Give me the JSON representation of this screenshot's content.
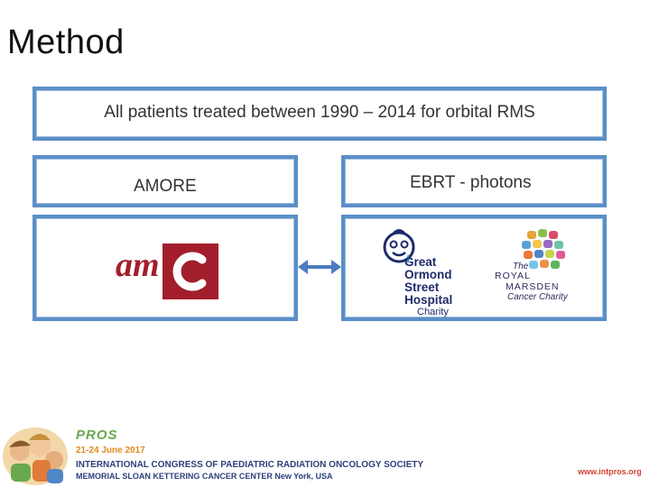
{
  "title": "Method",
  "boxes": {
    "top": "All patients treated between 1990 – 2014 for orbital RMS",
    "left": "AMORE",
    "right": "EBRT - photons"
  },
  "logos": {
    "amc": "am",
    "gosh": [
      "Great",
      "Ormond",
      "Street",
      "Hospital"
    ],
    "gosh_charity": "Charity",
    "royal_marsden": {
      "the": "The",
      "royal": "ROYAL",
      "marsden": "MARSDEN",
      "tagline": "Cancer Charity"
    }
  },
  "footer": {
    "pros": "PROS",
    "date": "21-24 June 2017",
    "congress": "INTERNATIONAL CONGRESS OF PAEDIATRIC RADIATION ONCOLOGY SOCIETY",
    "location": "MEMORIAL SLOAN KETTERING CANCER CENTER New York, USA",
    "website": "www.intpros.org"
  },
  "colors": {
    "box_border": "#5b8fc7",
    "amc_red": "#a31e2c",
    "gosh_navy": "#1e2a6b",
    "arrow": "#4a7cc0"
  },
  "icons": [
    "amc-logo-icon",
    "gosh-child-face-icon",
    "royal-marsden-mosaic-icon",
    "bidirectional-arrow-icon",
    "children-photo-icon"
  ]
}
